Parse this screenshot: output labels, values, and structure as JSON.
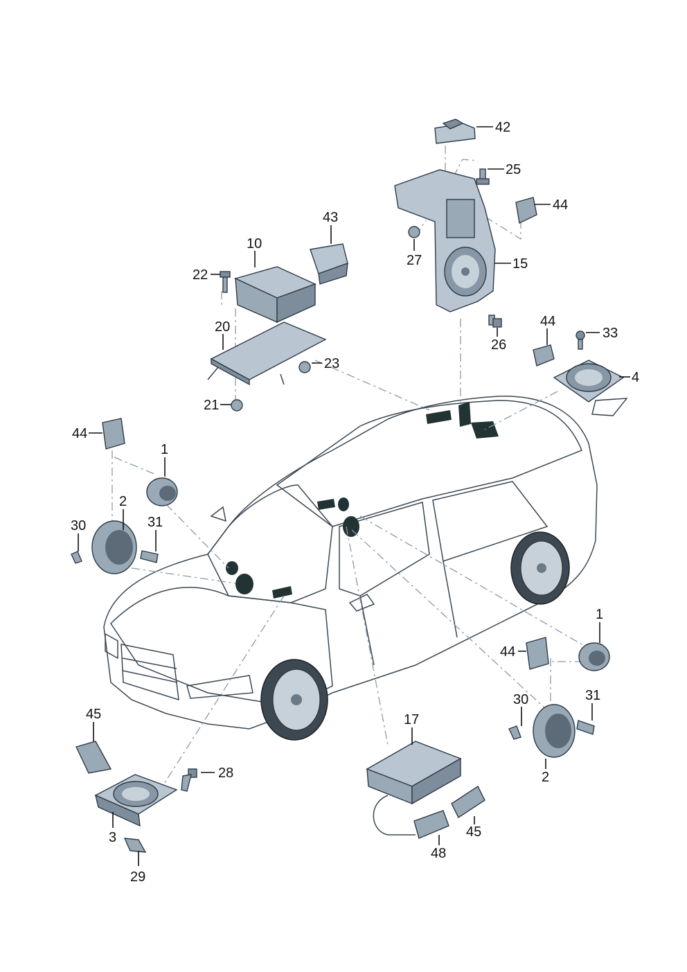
{
  "diagram": {
    "callouts": {
      "c1_top": "1",
      "c1_bottom": "1",
      "c2_top": "2",
      "c2_bottom": "2",
      "c3": "3",
      "c4": "4",
      "c10": "10",
      "c15": "15",
      "c17": "17",
      "c20": "20",
      "c21": "21",
      "c22": "22",
      "c23": "23",
      "c25": "25",
      "c26": "26",
      "c27": "27",
      "c28": "28",
      "c29": "29",
      "c30_left": "30",
      "c30_right": "30",
      "c31_left": "31",
      "c31_right": "31",
      "c33": "33",
      "c42": "42",
      "c43": "43",
      "c44_left": "44",
      "c44_top": "44",
      "c44_mid": "44",
      "c44_right": "44",
      "c45_left": "45",
      "c45_right": "45",
      "c48": "48"
    },
    "colors": {
      "part_fill": "#b9c6d1",
      "part_dark": "#7d8d9b",
      "car_body": "#aab8c4",
      "car_glass": "#cfd9e1",
      "leader": "#111111",
      "dash": "#8a9aa8"
    }
  }
}
